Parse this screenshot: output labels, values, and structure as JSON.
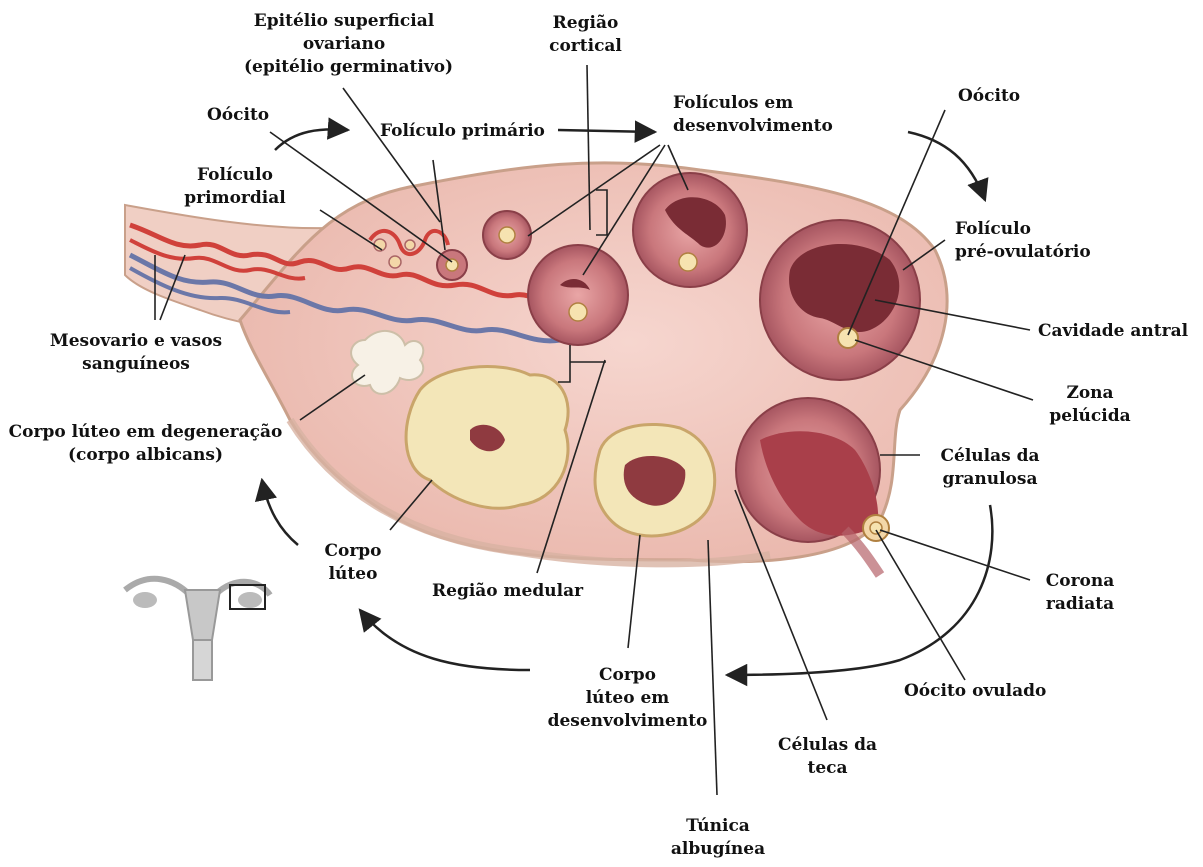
{
  "labels": {
    "epitelio": [
      "Epitélio superficial",
      "ovariano",
      "(epitélio germinativo)"
    ],
    "regiao_cortical": [
      "Região",
      "cortical"
    ],
    "oocito_left": [
      "Oócito"
    ],
    "foliculo_primario": [
      "Folículo primário"
    ],
    "foliculos_desenvolvimento": [
      "Folículos em",
      "desenvolvimento"
    ],
    "oocito_right": [
      "Oócito"
    ],
    "foliculo_primordial": [
      "Folículo",
      "primordial"
    ],
    "foliculo_preovulatorio": [
      "Folículo",
      "pré-ovulatório"
    ],
    "cavidade_antral": [
      "Cavidade antral"
    ],
    "mesovario": [
      "Mesovario e vasos",
      "sanguíneos"
    ],
    "zona_pelucida": [
      "Zona",
      "pelúcida"
    ],
    "corpo_albicans": [
      "Corpo lúteo em degeneração",
      "(corpo albicans)"
    ],
    "celulas_granulosa": [
      "Células da",
      "granulosa"
    ],
    "corpo_luteo": [
      "Corpo",
      "lúteo"
    ],
    "regiao_medular": [
      "Região medular"
    ],
    "corona_radiata": [
      "Corona",
      "radiata"
    ],
    "corpo_luteo_desenv": [
      "Corpo",
      "lúteo em",
      "desenvolvimento"
    ],
    "oocito_ovulado": [
      "Oócito ovulado"
    ],
    "celulas_teca": [
      "Células da",
      "teca"
    ],
    "tunica_albuginea": [
      "Túnica",
      "albugínea"
    ]
  },
  "colors": {
    "ovary_fill": "#f2c9c0",
    "ovary_edge": "#c9a08a",
    "follicle": "#b5626a",
    "follicle_dark": "#7a2c35",
    "corpus_luteum": "#f3e6b8",
    "artery": "#d0413b",
    "vein": "#6b77a8"
  }
}
